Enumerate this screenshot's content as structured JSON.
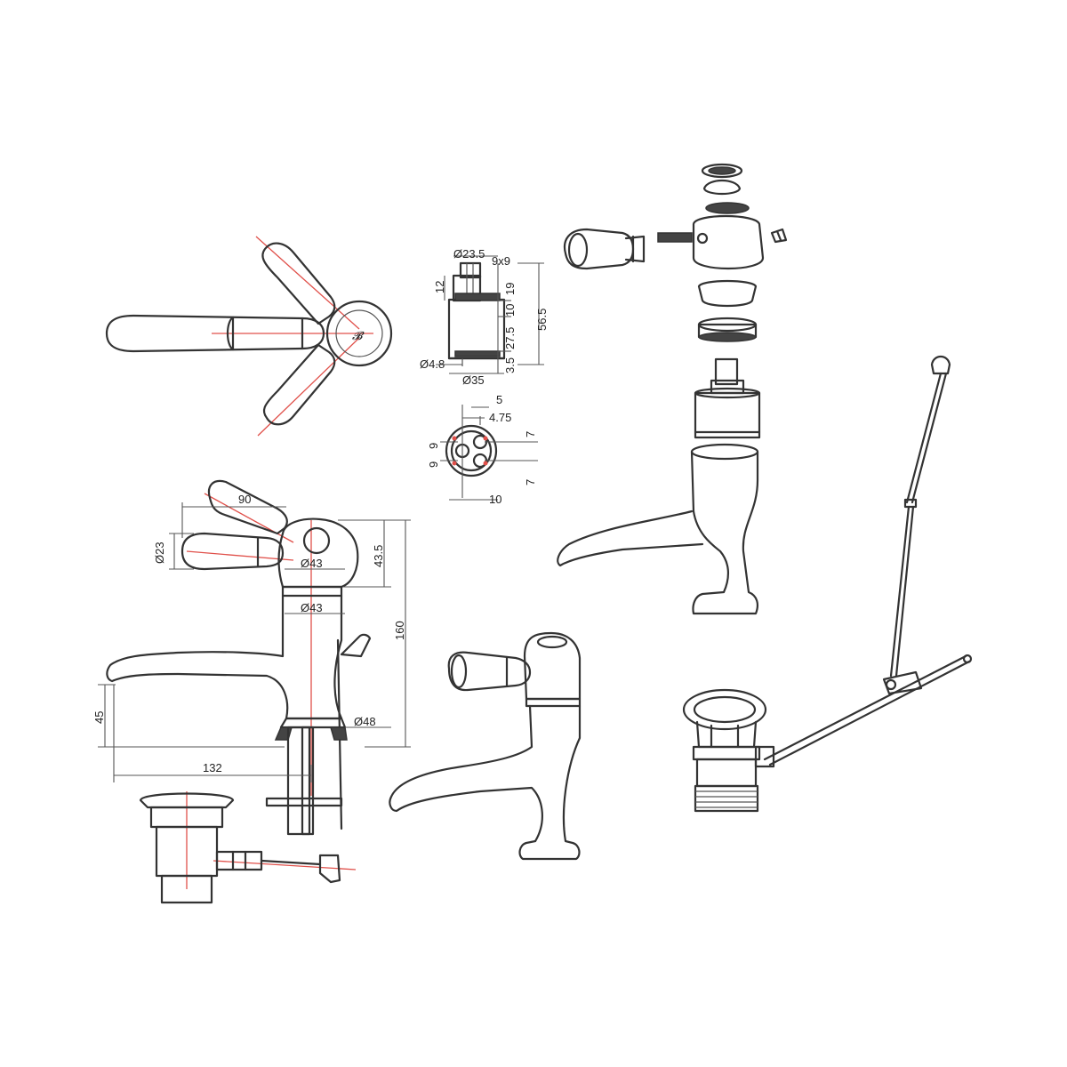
{
  "dimensions": {
    "cart_dia_top": "Ø23.5",
    "cart_spline": "9x9",
    "cart_h12": "12",
    "cart_h19": "19",
    "cart_h10": "10",
    "cart_h27_5": "27.5",
    "cart_h56_5": "56.5",
    "cart_h3_5": "3.5",
    "cart_hole": "Ø4.8",
    "cart_dia": "Ø35",
    "base_5": "5",
    "base_4_75": "4.75",
    "base_7a": "7",
    "base_7b": "7",
    "base_9a": "9",
    "base_9b": "9",
    "base_10": "10",
    "tap_lever_reach": "90",
    "tap_lever_dia": "Ø23",
    "tap_head_dia": "Ø43",
    "tap_head_h": "43.5",
    "tap_body_dia": "Ø43",
    "tap_height": "160",
    "tap_base_dia": "Ø48",
    "tap_spout_h": "45",
    "tap_projection": "132"
  },
  "colors": {
    "line": "#333333",
    "centerline": "#e0504a"
  },
  "icons": {
    "handle_logo": "B-monogram-icon"
  }
}
